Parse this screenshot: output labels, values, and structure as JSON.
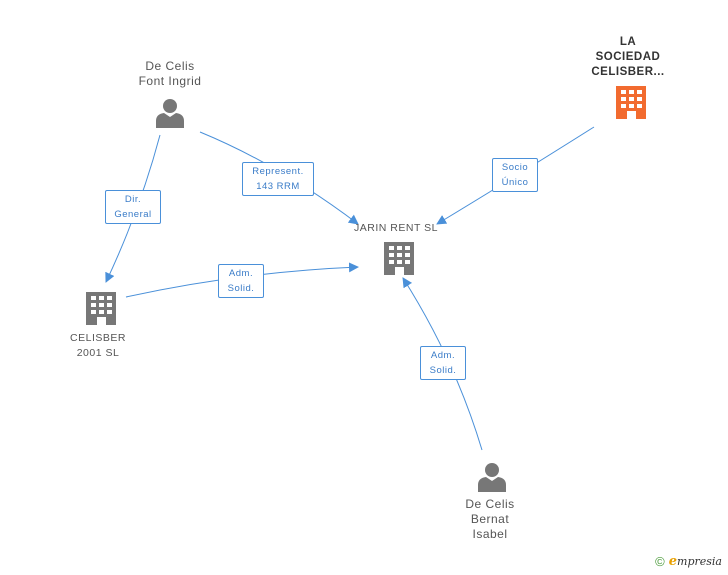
{
  "nodes": {
    "person_ingrid": {
      "label": "De Celis\nFont Ingrid",
      "icon": "person-icon",
      "color": "#777777"
    },
    "company_sociedad": {
      "label": "LA\nSOCIEDAD\nCELISBER...",
      "icon": "building-icon",
      "color": "#f26b2f"
    },
    "company_jarin": {
      "label": "JARIN RENT SL",
      "icon": "building-icon",
      "color": "#777777"
    },
    "company_celisber2001": {
      "label": "CELISBER\n2001 SL",
      "icon": "building-icon",
      "color": "#777777"
    },
    "person_isabel": {
      "label": "De Celis\nBernat\nIsabel",
      "icon": "person-icon",
      "color": "#777777"
    }
  },
  "edges": {
    "ingrid_to_jarin": {
      "label": "Represent.\n143 RRM"
    },
    "ingrid_to_celisber2001": {
      "label": "Dir.\nGeneral"
    },
    "sociedad_to_jarin": {
      "label": "Socio\nÚnico"
    },
    "celisber2001_to_jarin": {
      "label": "Adm.\nSolid."
    },
    "isabel_to_jarin": {
      "label": "Adm.\nSolid."
    }
  },
  "colors": {
    "edge": "#4a90d9",
    "node_gray": "#777777",
    "node_orange": "#f26b2f"
  },
  "footer": {
    "copyright_symbol": "©",
    "brand": "mpresia",
    "brand_initial": "e"
  }
}
